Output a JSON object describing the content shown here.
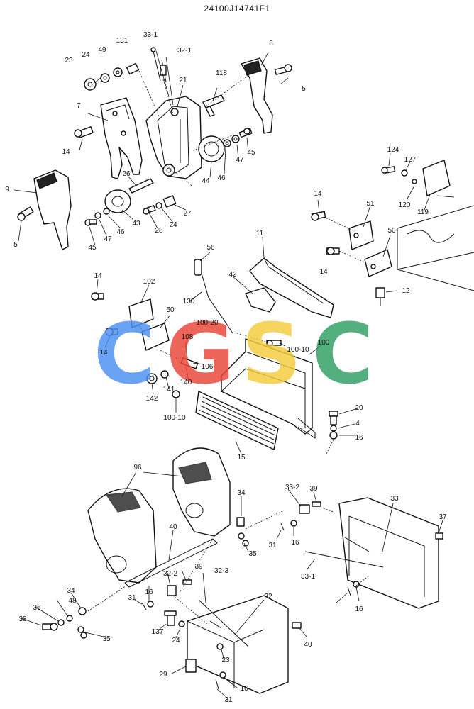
{
  "drawing_id": "24100J14741F1",
  "watermark": {
    "letters": [
      "C",
      "G",
      "S",
      "C"
    ],
    "colors": [
      "#4a8ef2",
      "#ea4335",
      "#f5cc3c",
      "#2e9e62"
    ]
  },
  "part_numbers": {
    "top": [
      "23",
      "24",
      "49",
      "131",
      "33-1",
      "32-1",
      "8",
      "5",
      "21",
      "118",
      "7",
      "14",
      "45",
      "47",
      "46",
      "44",
      "9",
      "26",
      "5",
      "45",
      "47",
      "46",
      "43",
      "28",
      "24",
      "27",
      "124",
      "127",
      "120",
      "119"
    ],
    "middle": [
      "14",
      "51",
      "50",
      "14",
      "11",
      "12",
      "56",
      "42",
      "14",
      "102",
      "50",
      "130",
      "100-20",
      "108",
      "14",
      "100-10",
      "100",
      "106",
      "140",
      "141",
      "142",
      "100-10",
      "20",
      "4",
      "16",
      "15"
    ],
    "bottom": [
      "96",
      "34",
      "33-2",
      "39",
      "33",
      "37",
      "40",
      "31",
      "16",
      "35",
      "33-1",
      "34",
      "32-2",
      "39",
      "32-3",
      "32",
      "16",
      "31",
      "16",
      "48",
      "36",
      "38",
      "137",
      "24",
      "35",
      "40",
      "23",
      "29",
      "16",
      "31"
    ]
  }
}
